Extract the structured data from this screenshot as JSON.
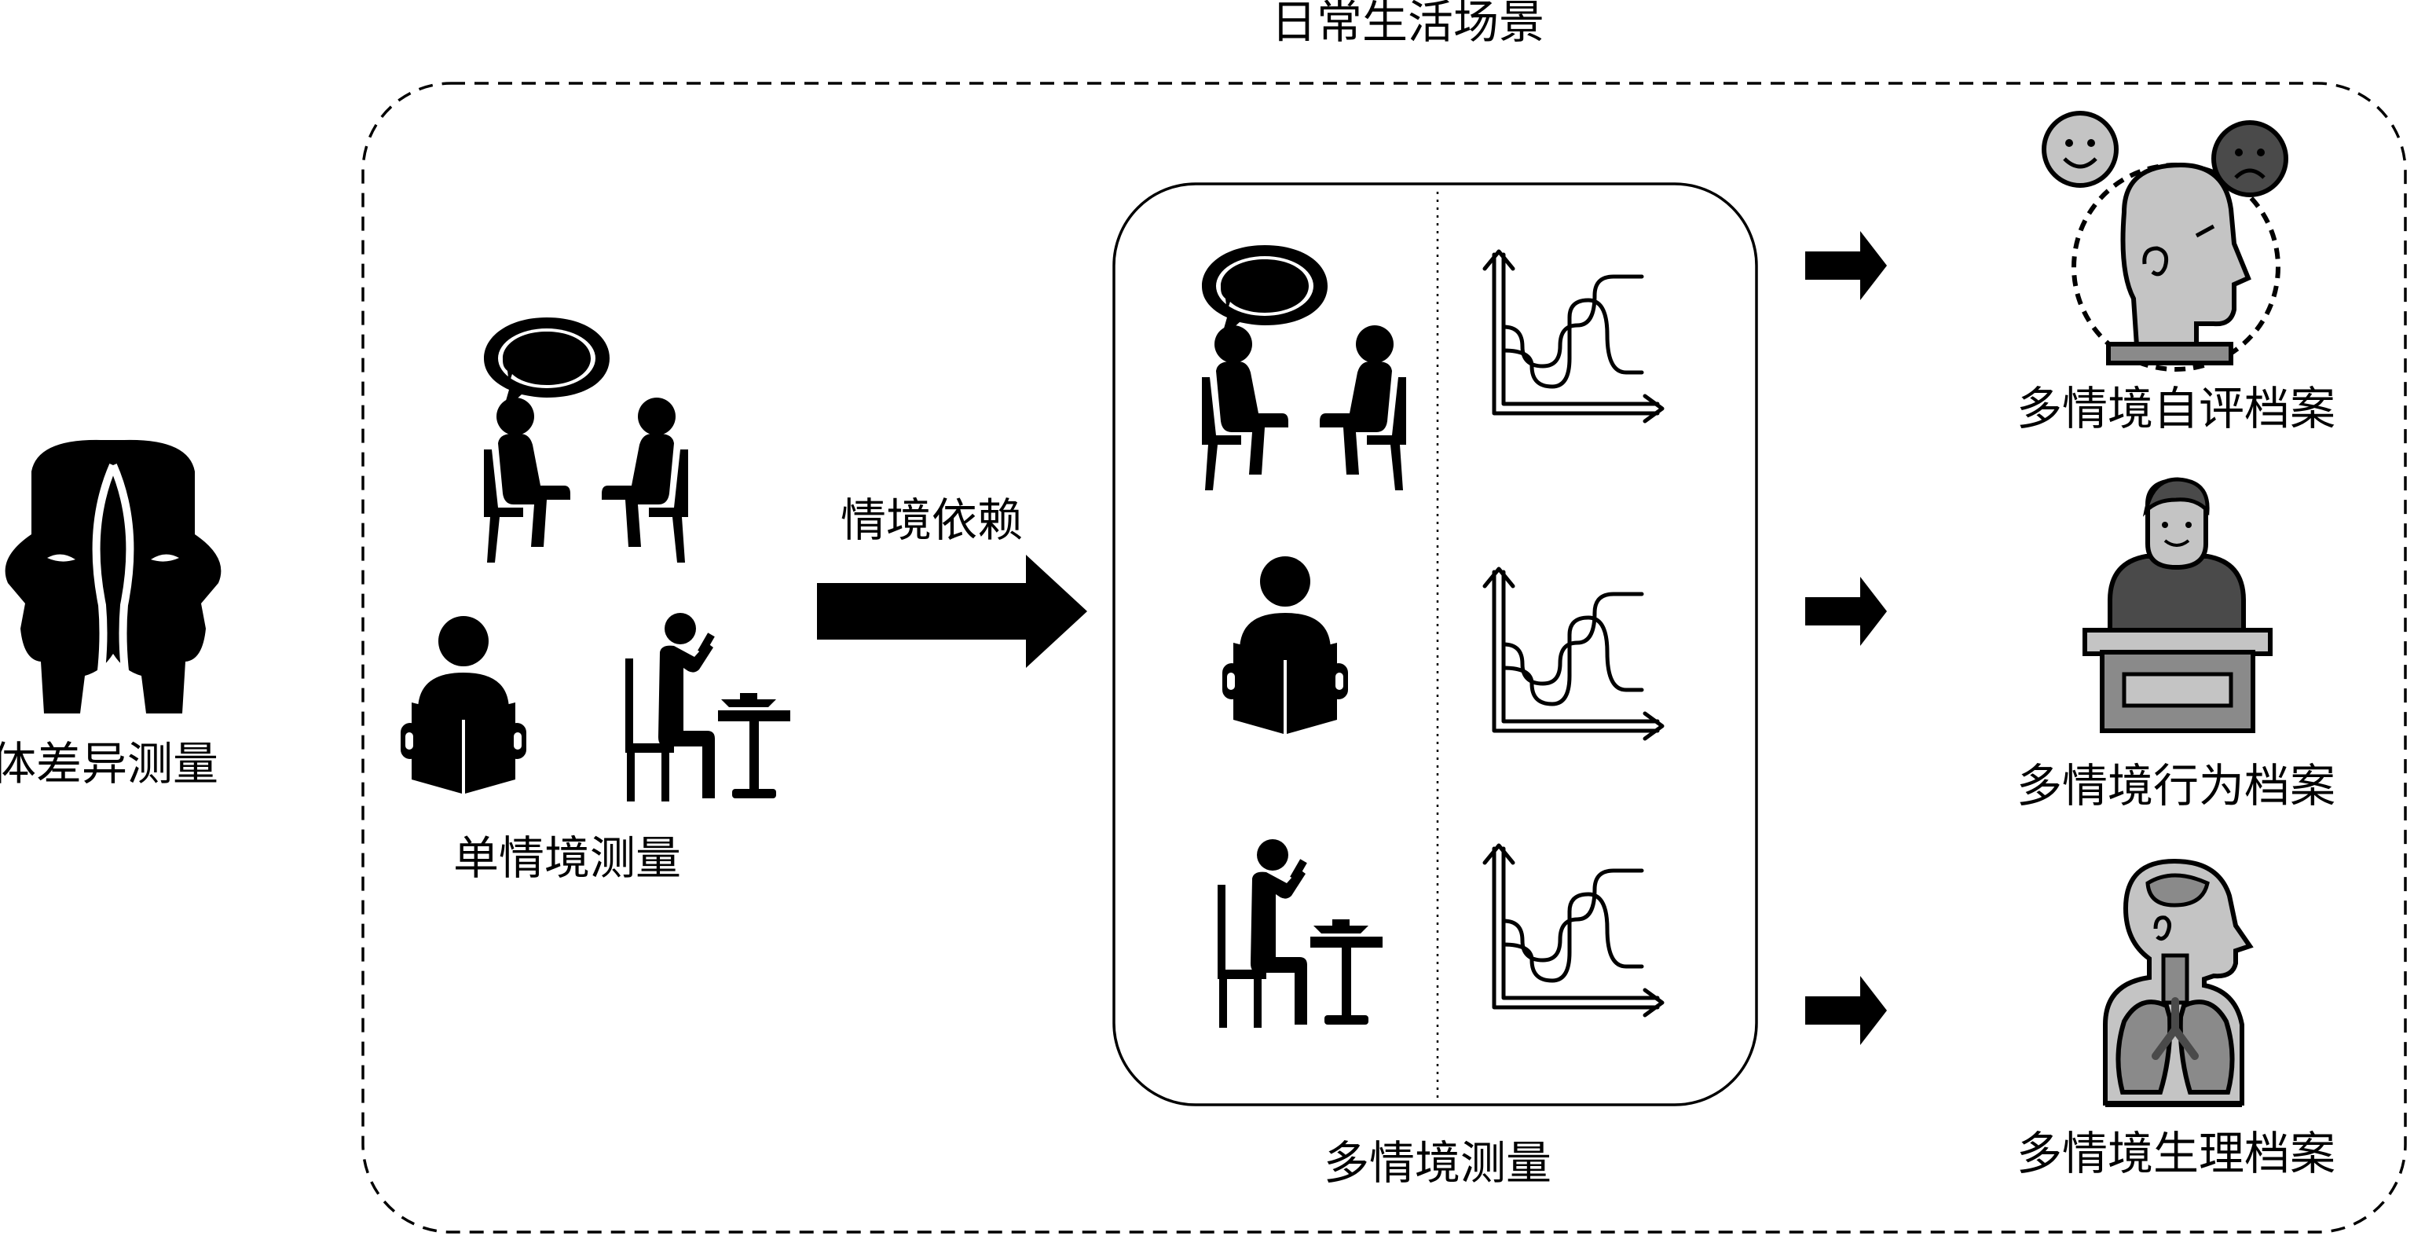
{
  "title": "日常生活场景",
  "left": {
    "label": "个体差异测量",
    "icon": "two-faced-heads-icon"
  },
  "single": {
    "label": "单情境测量",
    "icons": [
      "conversation-icon",
      "reading-icon",
      "dining-icon"
    ]
  },
  "arrow_main": {
    "label": "情境依赖"
  },
  "multi": {
    "label": "多情境测量",
    "rows": [
      {
        "icon": "conversation-icon",
        "graph_icon": "fluctuation-graph-icon"
      },
      {
        "icon": "reading-icon",
        "graph_icon": "fluctuation-graph-icon"
      },
      {
        "icon": "dining-icon",
        "graph_icon": "fluctuation-graph-icon"
      }
    ]
  },
  "outputs": [
    {
      "label": "多情境自评档案",
      "icon": "self-report-emotion-head-icon"
    },
    {
      "label": "多情境行为档案",
      "icon": "person-at-desk-icon"
    },
    {
      "label": "多情境生理档案",
      "icon": "physiology-body-icon"
    }
  ],
  "colors": {
    "ink": "#000000",
    "gray_dark": "#4a4a4a",
    "gray_mid": "#8a8a8a",
    "gray_light": "#c4c4c4",
    "background": "#ffffff"
  }
}
